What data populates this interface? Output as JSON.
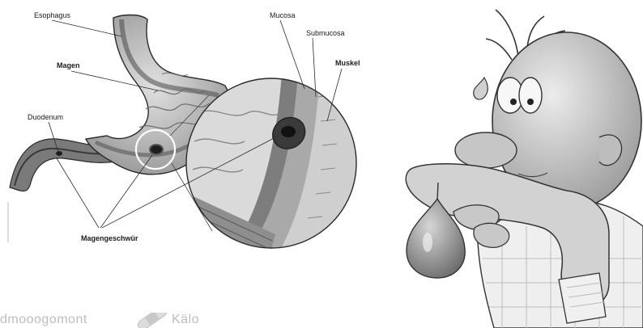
{
  "diagram": {
    "labels": {
      "esophagus": "Esophagus",
      "magen": "Magen",
      "duodenum": "Duodenum",
      "mucosa": "Mucosa",
      "submucosa": "Submucosa",
      "muskel": "Muskel",
      "magengeschwuer": "Magengeschwür"
    }
  },
  "watermark": {
    "left_text": "dmooogomont",
    "right_text": "Kälo"
  },
  "colors": {
    "tissue_dark": "#5a5a5a",
    "tissue_mid": "#9a9a9a",
    "tissue_light": "#d4d4d4",
    "outline": "#2a2a2a"
  }
}
